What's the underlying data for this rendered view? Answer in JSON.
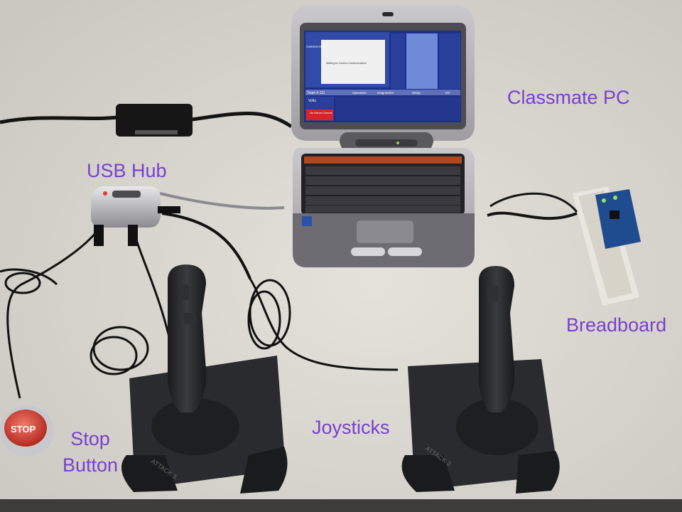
{
  "image": {
    "colors": {
      "table": "#dcdad2",
      "label": "#7a3fd0",
      "laptop_shell": "#b8b8bc",
      "laptop_frame": "#5a5a5e",
      "screen": "#1c2f8c",
      "joystick": "#232426",
      "stop_button": "#d2433a"
    },
    "objects": [
      "classmate-pc-laptop",
      "usb-hub",
      "breadboard",
      "joystick-left",
      "joystick-right",
      "stop-button",
      "power-adapter",
      "cables"
    ]
  },
  "labels": {
    "classmate_pc": "Classmate PC",
    "usb_hub": "USB Hub",
    "breadboard": "Breadboard",
    "joysticks": "Joysticks",
    "stop_button": "Stop\nButton"
  },
  "laptop_screen": {
    "camera_title": "Camera Image",
    "camera_message": "Waiting for Camera Communications",
    "team": "Team # 111",
    "tabs": [
      "Operation",
      "Diagnostics",
      "Setup",
      "I/O"
    ],
    "volts": "Volts",
    "no_robot": "No Robot\nComms"
  },
  "devices": {
    "stop_button_face": "STOP",
    "joystick_brand": "ATTACK 3"
  }
}
